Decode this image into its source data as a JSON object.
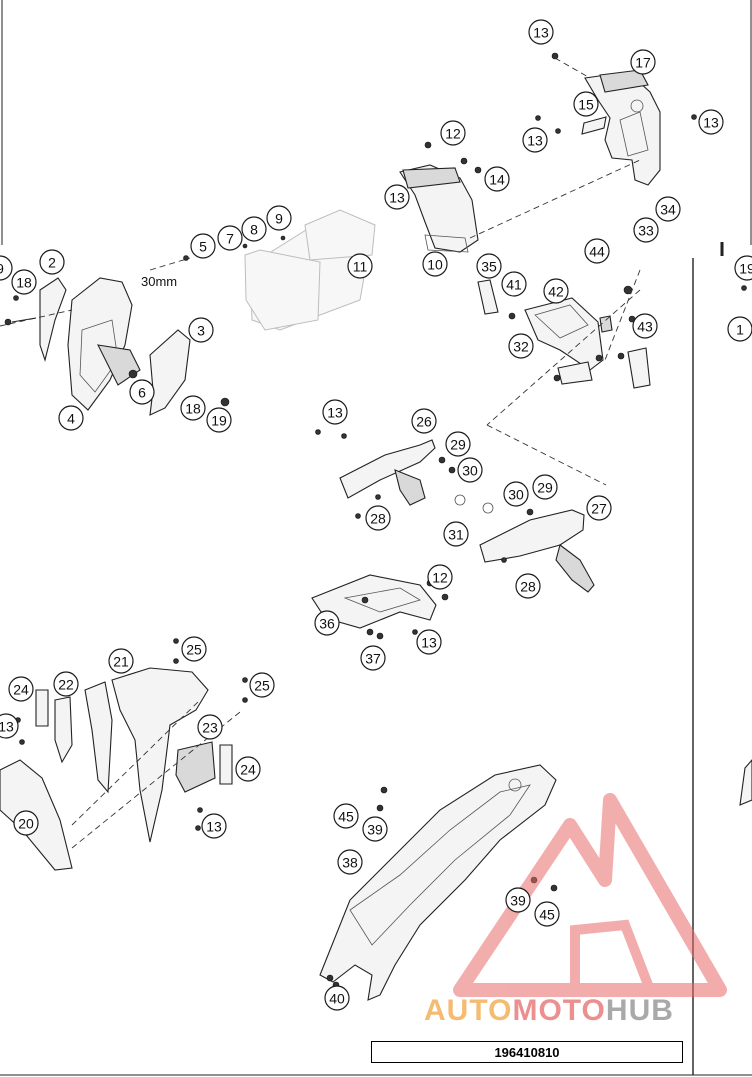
{
  "drawing_number": "196410810",
  "dimension_label": "30mm",
  "watermark": {
    "part1": "AUTO",
    "part2": "MOTO",
    "part3": "HUB",
    "colors": {
      "auto": "#f3b15a",
      "moto": "#e87c7c",
      "hub": "#9b9b9b",
      "logo_mark": "#e86a6a"
    }
  },
  "callouts": [
    "13",
    "17",
    "15",
    "13",
    "13",
    "12",
    "14",
    "13",
    "9",
    "8",
    "7",
    "5",
    "11",
    "10",
    "35",
    "34",
    "33",
    "44",
    "41",
    "42",
    "43",
    "32",
    "9",
    "18",
    "2",
    "3",
    "6",
    "18",
    "19",
    "4",
    "13",
    "26",
    "29",
    "30",
    "30",
    "29",
    "27",
    "28",
    "31",
    "28",
    "12",
    "36",
    "37",
    "13",
    "25",
    "21",
    "25",
    "24",
    "22",
    "23",
    "24",
    "13",
    "13",
    "20",
    "45",
    "39",
    "38",
    "39",
    "45",
    "40",
    "19",
    "1"
  ]
}
